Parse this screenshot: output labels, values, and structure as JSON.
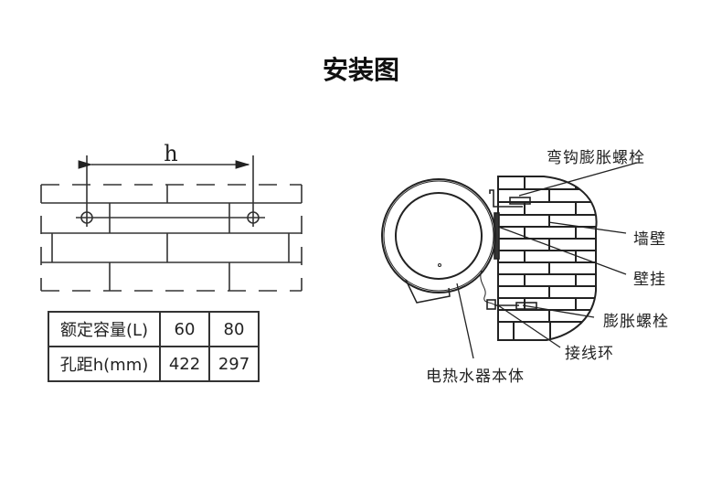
{
  "title": "安装图",
  "dimension_label": "h",
  "spec_table": {
    "rows": [
      [
        "额定容量(L)",
        "60",
        "80"
      ],
      [
        "孔距h(mm)",
        "422",
        "297"
      ]
    ]
  },
  "callouts": {
    "hook_bolt": "弯钩膨胀螺栓",
    "wall": "墙壁",
    "wall_mount": "壁挂",
    "expansion_bolt": "膨胀螺栓",
    "wiring_ring": "接线环",
    "heater_body": "电热水器本体"
  }
}
